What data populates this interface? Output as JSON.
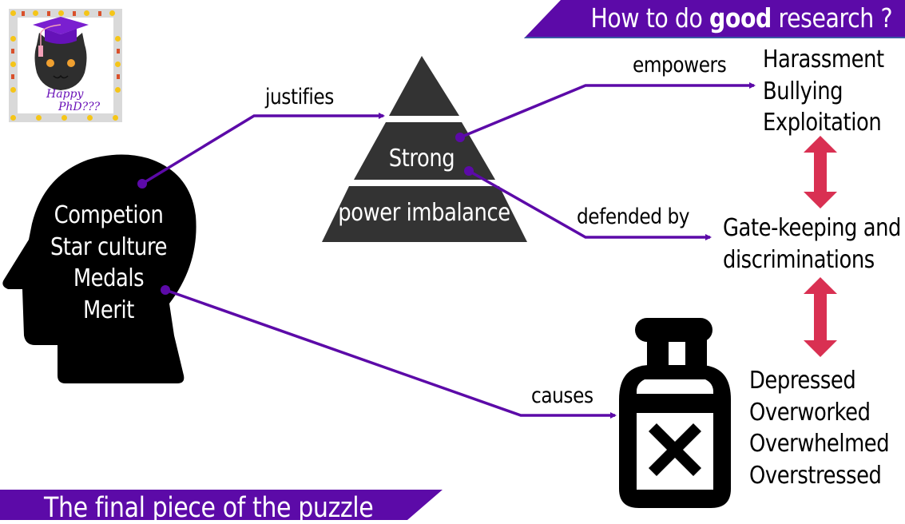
{
  "header": {
    "title_pre": "How to do ",
    "title_bold": "good",
    "title_post": " research ?"
  },
  "footer": {
    "title": "The final piece of the puzzle"
  },
  "logo": {
    "line1": "Happy",
    "line2": "PhD???",
    "icon": "graduate-cat-icon"
  },
  "head": {
    "icon": "head-silhouette-icon",
    "items": [
      "Competion",
      "Star culture",
      "Medals",
      "Merit"
    ]
  },
  "pyramid": {
    "icon": "pyramid-icon",
    "tier_middle": "Strong",
    "tier_bottom": "power imbalance"
  },
  "edges": {
    "justifies": "justifies",
    "empowers": "empowers",
    "defended_by": "defended by",
    "causes": "causes"
  },
  "abuse": {
    "items": [
      "Harassment",
      "Bullying",
      "Exploitation"
    ]
  },
  "gatekeeping": {
    "items": [
      "Gate-keeping and",
      "discriminations"
    ]
  },
  "wellbeing": {
    "icon": "poison-bottle-icon",
    "items": [
      "Depressed",
      "Overworked",
      "Overwhelmed",
      "Overstressed"
    ]
  },
  "colors": {
    "accent": "#5c0aa8",
    "double_arrow": "#d93052",
    "pyramid": "#333333",
    "head": "#000000"
  }
}
